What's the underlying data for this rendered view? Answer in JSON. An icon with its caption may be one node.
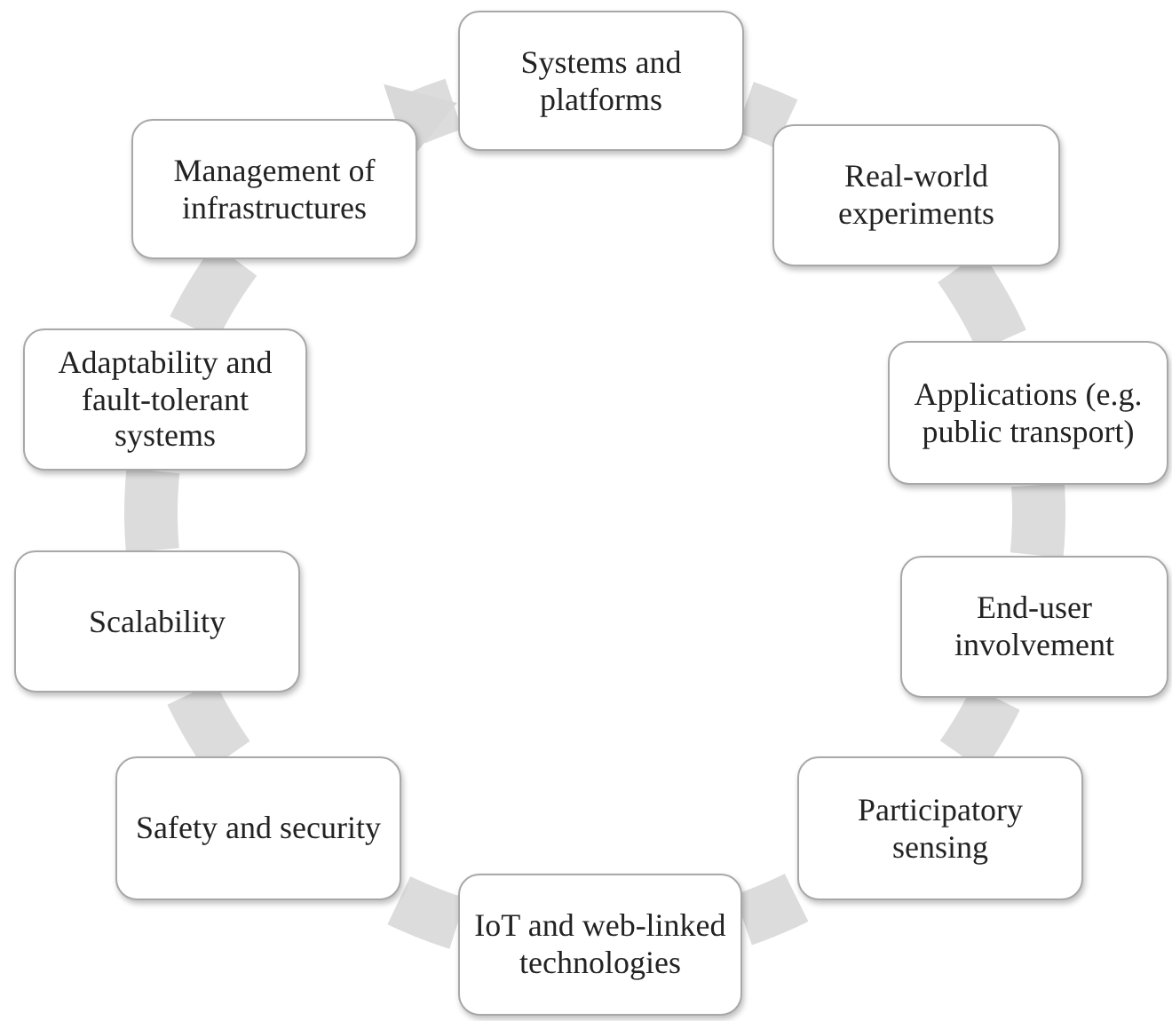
{
  "diagram": {
    "nodes": [
      {
        "text": [
          "Systems and platforms"
        ]
      },
      {
        "text": [
          "Real-world experiments"
        ]
      },
      {
        "text": [
          "Applications (e.g. public transport)"
        ]
      },
      {
        "text": [
          "End-user involvement"
        ]
      },
      {
        "text": [
          "Participatory sensing"
        ]
      },
      {
        "text": [
          "IoT and web-linked technologies"
        ]
      },
      {
        "text": [
          "Safety and security"
        ]
      },
      {
        "text": [
          "Scalability"
        ]
      },
      {
        "text": [
          "Adaptability and fault-tolerant systems"
        ]
      },
      {
        "text": [
          "Management of infrastructures"
        ]
      }
    ],
    "edges": [
      {
        "from": 0,
        "to": 1,
        "arrow": "none"
      },
      {
        "from": 1,
        "to": 2,
        "arrow": "none"
      },
      {
        "from": 2,
        "to": 3,
        "arrow": "none"
      },
      {
        "from": 3,
        "to": 4,
        "arrow": "none"
      },
      {
        "from": 4,
        "to": 5,
        "arrow": "none"
      },
      {
        "from": 5,
        "to": 6,
        "arrow": "none"
      },
      {
        "from": 6,
        "to": 7,
        "arrow": "none"
      },
      {
        "from": 7,
        "to": 8,
        "arrow": "none"
      },
      {
        "from": 8,
        "to": 9,
        "arrow": "none"
      },
      {
        "from": 9,
        "to": 0,
        "arrow": "to"
      }
    ]
  }
}
